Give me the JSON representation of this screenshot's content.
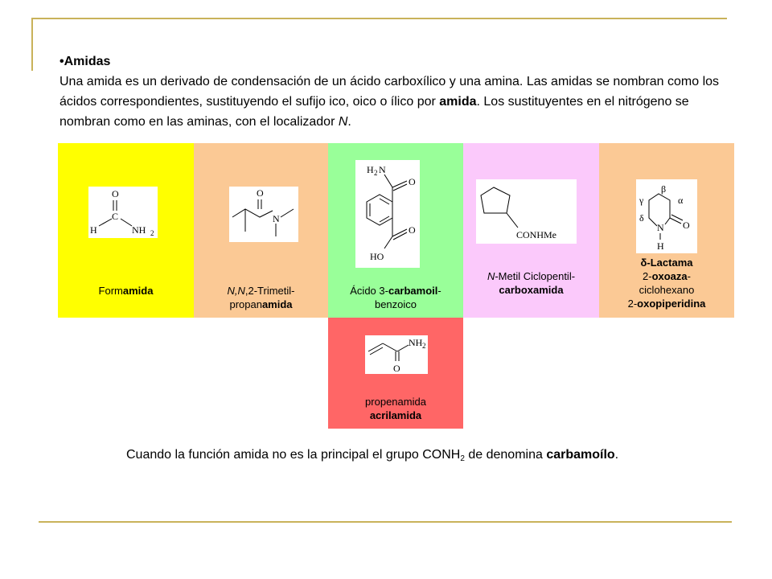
{
  "intro": {
    "bullet": "•",
    "heading": "Amidas",
    "p1": "Una amida es un derivado de condensación de un ácido carboxílico y una amina. Las amidas se nombran como los ácidos correspondientes, sustituyendo el sufijo ico, oico o ílico por ",
    "p1_bold": "amida",
    "p1_end": ". Los sustituyentes en el nitrógeno se nombran como en las aminas, con el localizador ",
    "p1_italic": "N",
    "p1_final": "."
  },
  "cells": {
    "formamida": {
      "color": "#ffff00",
      "name_a": "Form",
      "name_b": "amida",
      "atoms": {
        "o": "O",
        "h": "H",
        "c": "C",
        "nh": "NH",
        "sub": "2"
      }
    },
    "trimetil": {
      "color": "#fbc995",
      "italic": "N,N",
      "line1": ",2-Trimetil-",
      "line2a": "propan",
      "line2b": "amida",
      "atoms": {
        "o": "O",
        "n": "N"
      }
    },
    "carbamoil": {
      "color": "#99ff99",
      "line1a": "Ácido 3-",
      "line1b": "carbamoil",
      "line1c": "-",
      "line2": "benzoico",
      "atoms": {
        "h": "H",
        "sub": "2",
        "n": "N",
        "o1": "O",
        "o2": "O",
        "ho": "HO"
      }
    },
    "ciclopentil": {
      "color": "#fbc9fb",
      "italic": "N",
      "line1": "-Metil Ciclopentil-",
      "line2": "carboxamida",
      "atoms": {
        "conhme": "CONHMe"
      }
    },
    "lactama": {
      "color": "#fbc995",
      "line1a": "δ",
      "line1b": "-Lactama",
      "line2a": "2-",
      "line2b": "oxoaza",
      "line2c": "-",
      "line3": "ciclohexano",
      "line4a": "2-",
      "line4b": "oxopiperidina",
      "atoms": {
        "beta": "β",
        "gamma": "γ",
        "alpha": "α",
        "delta": "δ",
        "n": "N",
        "o": "O",
        "h": "H"
      }
    },
    "acrilamida": {
      "color": "#ff6666",
      "line1": "propenamida",
      "line2": "acrilamida",
      "atoms": {
        "nh": "NH",
        "sub": "2",
        "o": "O"
      }
    }
  },
  "footer": {
    "text_a": "Cuando la función amida no es la principal el grupo CONH",
    "sub": "2",
    "text_b": " de denomina ",
    "bold": "carbamoílo",
    "end": "."
  }
}
